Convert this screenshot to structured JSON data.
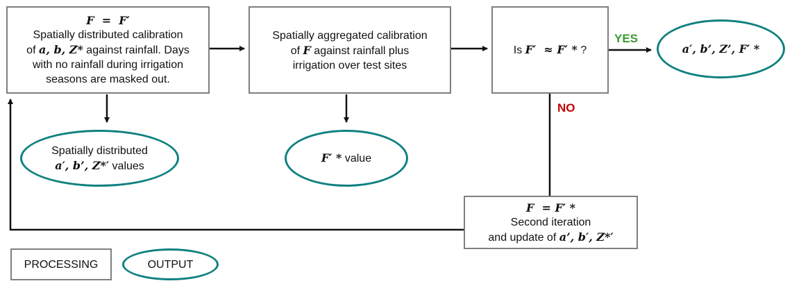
{
  "colors": {
    "process_border": "#7f7f7f",
    "output_border": "#0f8080",
    "yes": "#3a9a2f",
    "no": "#c00000",
    "arrow": "#111111"
  },
  "nodes": {
    "calib1": {
      "eq": "F  =  F′",
      "line1": "Spatially distributed calibration",
      "line2_pre": "of ",
      "line2_math": "a, b, Z*",
      "line2_post": " against rainfall. Days",
      "line3": "with no rainfall during irrigation",
      "line4": "seasons are masked out."
    },
    "calib2": {
      "line1": "Spatially aggregated calibration",
      "line2_pre": "of ",
      "line2_math": "F",
      "line2_post": " against rainfall plus",
      "line3": "irrigation over test sites"
    },
    "decision": {
      "pre": "Is ",
      "math": "F′  ≈ F′ *",
      "post": " ?"
    },
    "out_final": {
      "math": "a′, b’, Z’, F′ *"
    },
    "out_spatial": {
      "line1": "Spatially distributed",
      "math": "a′, b’, Z*′",
      "post": " values"
    },
    "out_fvalue": {
      "math": "F′ *",
      "post": " value"
    },
    "iter": {
      "eq": "F  = F′ *",
      "line1": "Second iteration",
      "line2_pre": "and update of ",
      "line2_math": "a’, b′, Z*′"
    }
  },
  "edge_labels": {
    "yes": "YES",
    "no": "NO"
  },
  "legend": {
    "processing": "PROCESSING",
    "output": "OUTPUT"
  }
}
